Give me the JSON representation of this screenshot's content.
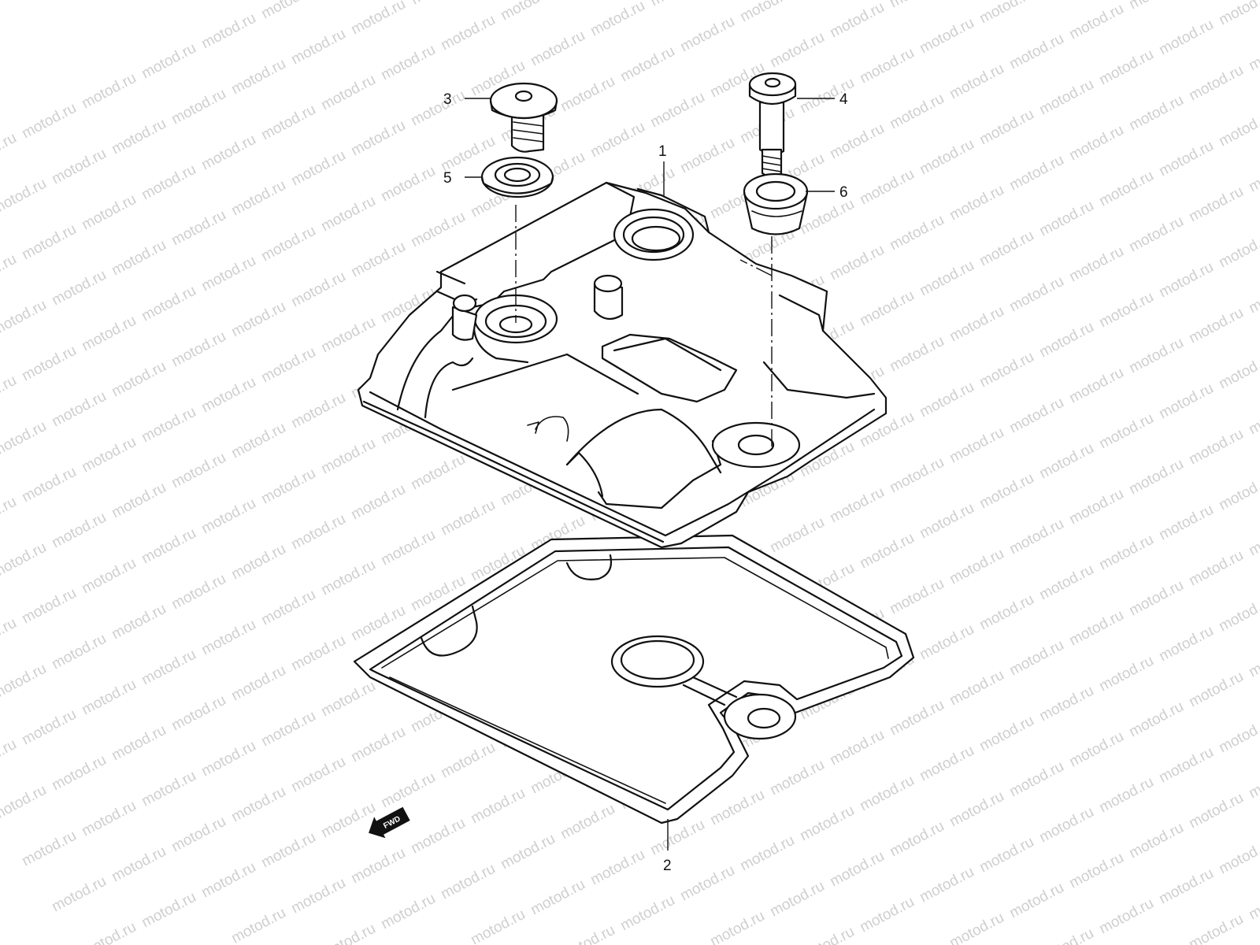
{
  "watermark": {
    "text": "motod.ru",
    "color": "#cfcfcf"
  },
  "callouts": [
    {
      "id": "1",
      "label": "1",
      "part": "cylinder-head-cover"
    },
    {
      "id": "2",
      "label": "2",
      "part": "cover-gasket"
    },
    {
      "id": "3",
      "label": "3",
      "part": "bolt"
    },
    {
      "id": "4",
      "label": "4",
      "part": "bolt"
    },
    {
      "id": "5",
      "label": "5",
      "part": "washer-seal"
    },
    {
      "id": "6",
      "label": "6",
      "part": "grommet"
    }
  ],
  "direction_marker": {
    "label": "FWD",
    "icon": "arrow-left-icon"
  },
  "colors": {
    "line": "#111111",
    "background": "#ffffff"
  }
}
